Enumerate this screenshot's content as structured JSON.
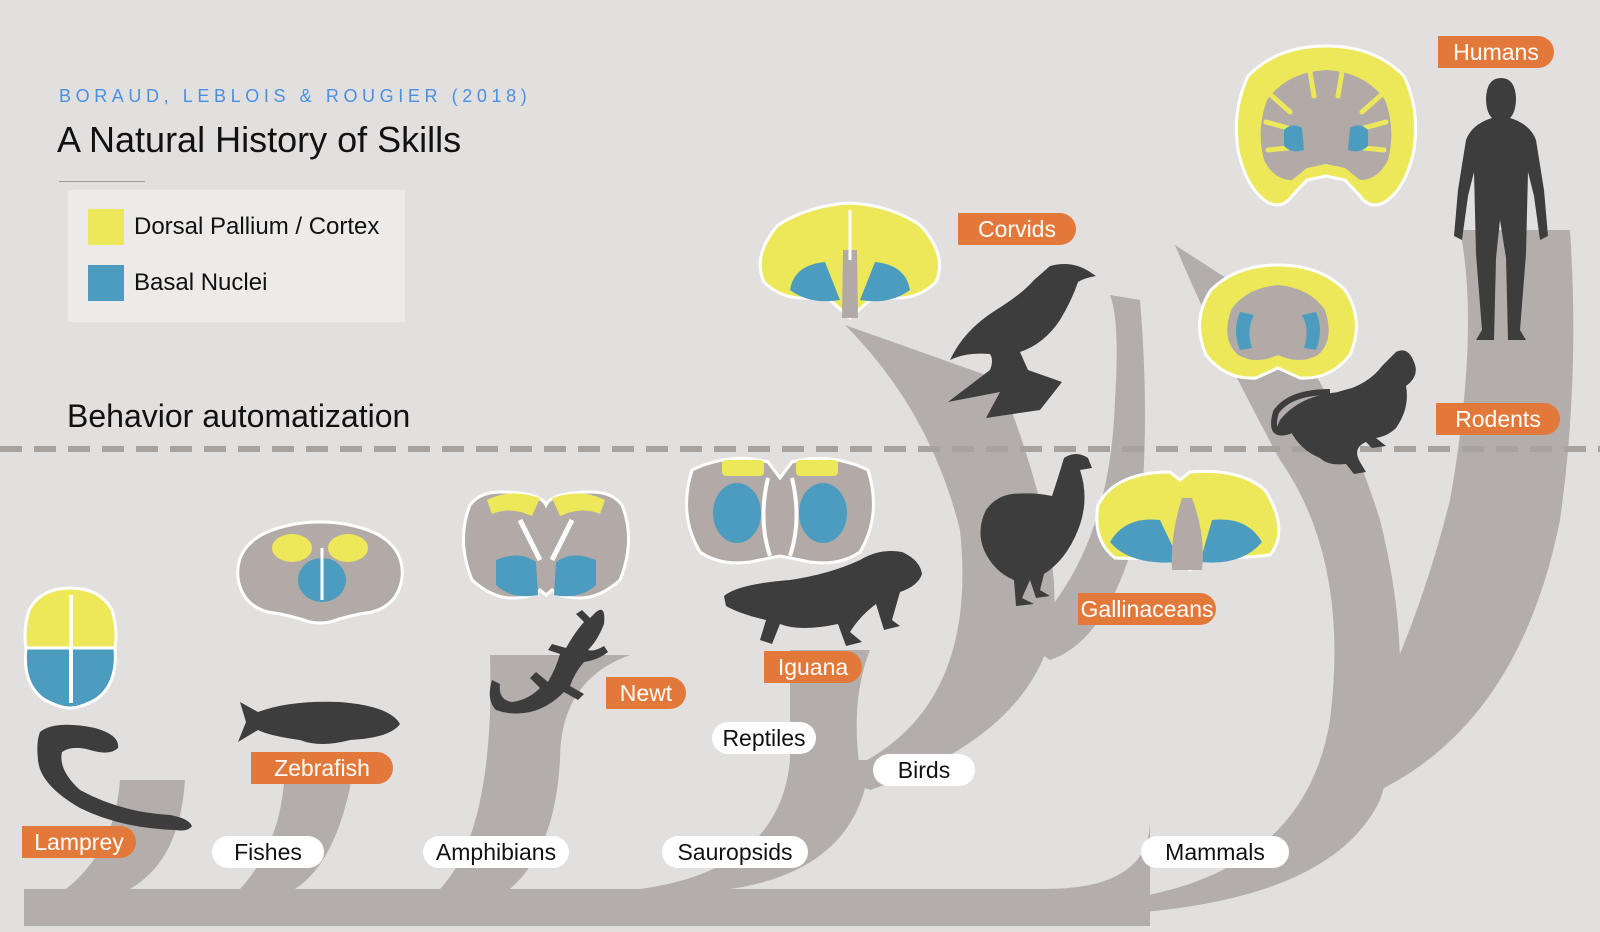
{
  "credit": "BORAUD, LEBLOIS & ROUGIER (2018)",
  "title": "A Natural History of Skills",
  "legend": [
    {
      "label": "Dorsal Pallium / Cortex",
      "color": "#ede85a"
    },
    {
      "label": "Basal Nuclei",
      "color": "#4b9cbf"
    }
  ],
  "threshold_label": "Behavior automatization",
  "colors": {
    "background": "#e2dfdf",
    "tree": "#b3aeac",
    "brain_gray": "#b2aaa7",
    "animal": "#3d3d3d",
    "species_tag": "#e2793a",
    "dashed_line": "#a8a29f"
  },
  "clades": [
    {
      "id": "fishes",
      "label": "Fishes"
    },
    {
      "id": "amphibians",
      "label": "Amphibians"
    },
    {
      "id": "sauropsids",
      "label": "Sauropsids"
    },
    {
      "id": "reptiles",
      "label": "Reptiles"
    },
    {
      "id": "birds",
      "label": "Birds"
    },
    {
      "id": "mammals",
      "label": "Mammals"
    }
  ],
  "species": [
    {
      "id": "lamprey",
      "label": "Lamprey"
    },
    {
      "id": "zebrafish",
      "label": "Zebrafish"
    },
    {
      "id": "newt",
      "label": "Newt"
    },
    {
      "id": "iguana",
      "label": "Iguana"
    },
    {
      "id": "gallinaceans",
      "label": "Gallinaceans"
    },
    {
      "id": "corvids",
      "label": "Corvids"
    },
    {
      "id": "rodents",
      "label": "Rodents"
    },
    {
      "id": "humans",
      "label": "Humans"
    }
  ]
}
